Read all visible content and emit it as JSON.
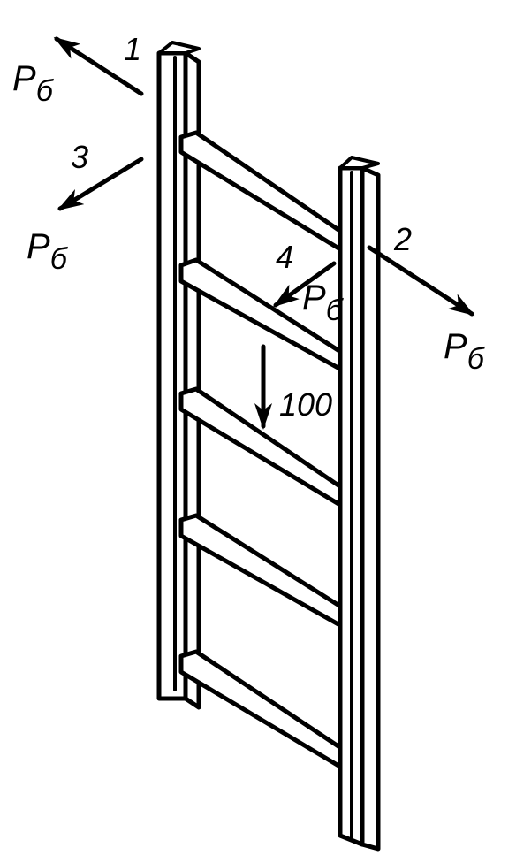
{
  "figure": {
    "labels": {
      "force1_number": "1",
      "force2_number": "2",
      "force3_number": "3",
      "force4_number": "4",
      "force1_symbol": "P",
      "force1_subscript": "б",
      "force2_symbol": "P",
      "force2_subscript": "б",
      "force3_symbol": "P",
      "force3_subscript": "б",
      "force4_symbol": "P",
      "force4_subscript": "б",
      "vertical_load": "100"
    },
    "rung_count": 5,
    "colors": {
      "ink": "#000000",
      "paper": "#ffffff"
    }
  }
}
